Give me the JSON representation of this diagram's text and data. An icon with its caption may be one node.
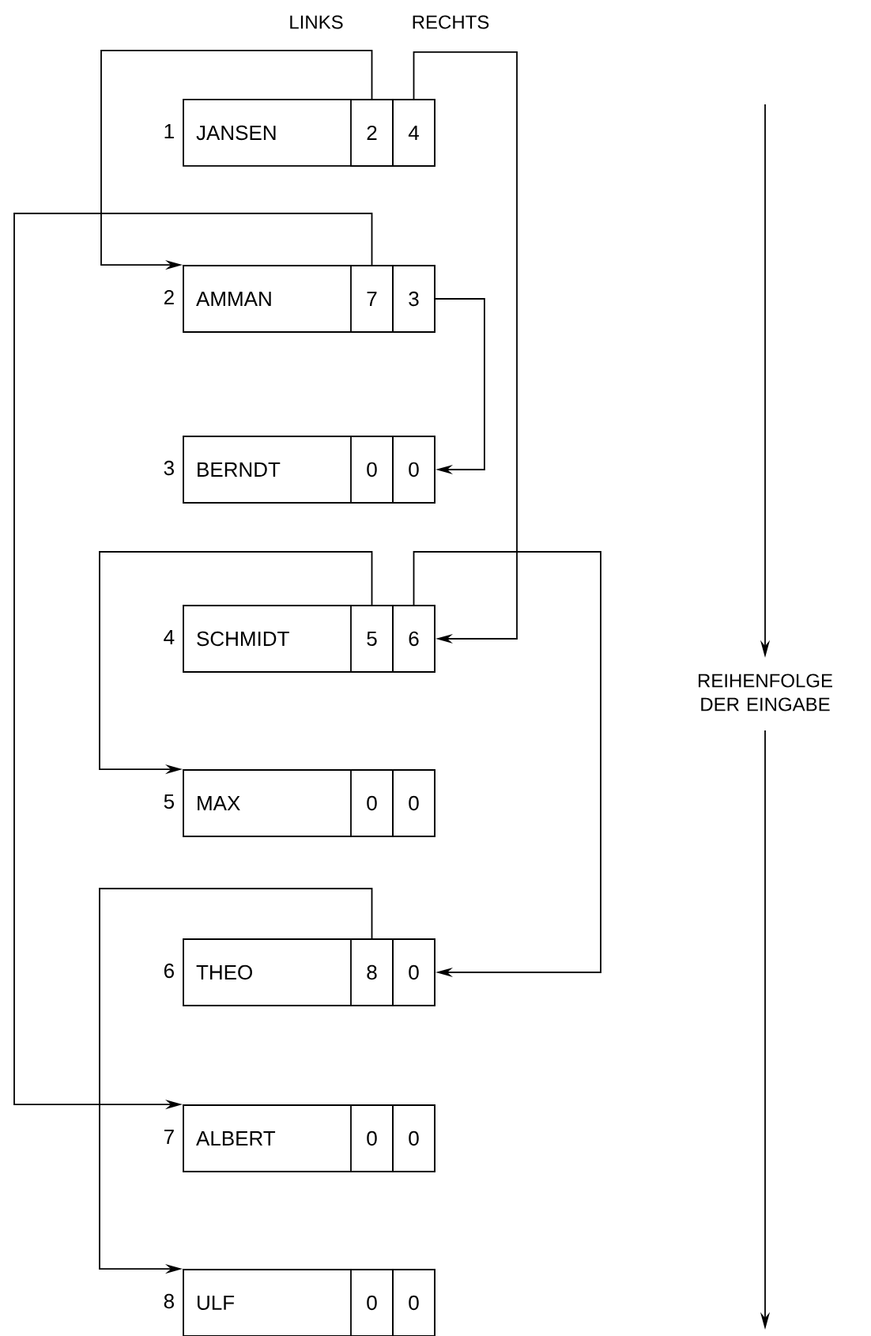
{
  "diagram": {
    "nodes": [
      {
        "text": [
          "JANSEN"
        ],
        "beside": [
          "1"
        ]
      },
      {
        "text": [
          "2"
        ],
        "in": 0
      },
      {
        "text": [
          "4"
        ],
        "in": 0
      },
      {
        "text": [
          "AMMAN"
        ],
        "beside": [
          "2"
        ]
      },
      {
        "text": [
          "7"
        ],
        "in": 3
      },
      {
        "text": [
          "3"
        ],
        "in": 3
      },
      {
        "text": [
          "BERNDT"
        ],
        "beside": [
          "3"
        ]
      },
      {
        "text": [
          "0"
        ],
        "in": 6
      },
      {
        "text": [
          "0"
        ],
        "in": 6
      },
      {
        "text": [
          "SCHMIDT"
        ],
        "beside": [
          "4"
        ]
      },
      {
        "text": [
          "5"
        ],
        "in": 9
      },
      {
        "text": [
          "6"
        ],
        "in": 9
      },
      {
        "text": [
          "MAX"
        ],
        "beside": [
          "5"
        ]
      },
      {
        "text": [
          "0"
        ],
        "in": 12
      },
      {
        "text": [
          "0"
        ],
        "in": 12
      },
      {
        "text": [
          "THEO"
        ],
        "beside": [
          "6"
        ]
      },
      {
        "text": [
          "8"
        ],
        "in": 15
      },
      {
        "text": [
          "0"
        ],
        "in": 15
      },
      {
        "text": [
          "ALBERT"
        ],
        "beside": [
          "7"
        ]
      },
      {
        "text": [
          "0"
        ],
        "in": 18
      },
      {
        "text": [
          "0"
        ],
        "in": 18
      },
      {
        "text": [
          "ULF"
        ],
        "beside": [
          "8"
        ]
      },
      {
        "text": [
          "0"
        ],
        "in": 21
      },
      {
        "text": [
          "0"
        ],
        "in": 21
      }
    ],
    "edges": [
      {
        "from": 1,
        "to": 3,
        "arrow": "to"
      },
      {
        "from": 2,
        "to": 9,
        "arrow": "to"
      },
      {
        "from": 4,
        "to": 18,
        "arrow": "to"
      },
      {
        "from": 5,
        "to": 6,
        "arrow": "to"
      },
      {
        "from": 10,
        "to": 12,
        "arrow": "to"
      },
      {
        "from": 11,
        "to": 15,
        "arrow": "to"
      },
      {
        "from": 16,
        "to": 21,
        "arrow": "to"
      }
    ],
    "labels": [
      "LINKS",
      "RECHTS",
      "REIHENFOLGE DER EINGABE"
    ]
  }
}
